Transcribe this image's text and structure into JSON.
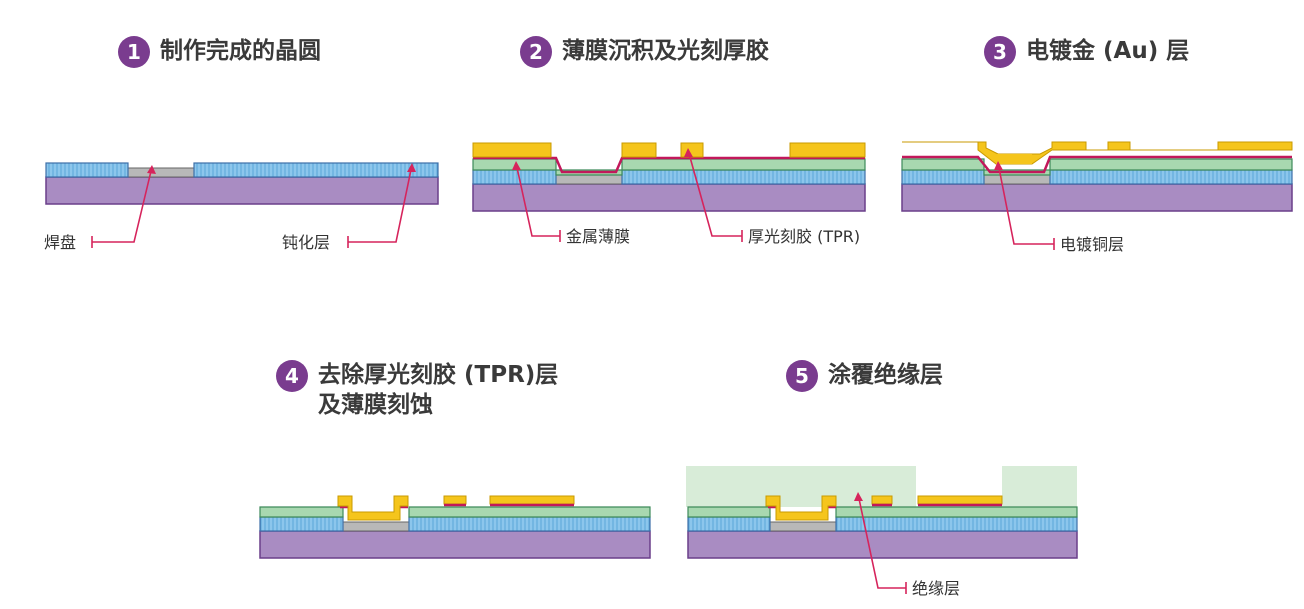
{
  "steps": [
    {
      "number": "1",
      "title": "制作完成的晶圆"
    },
    {
      "number": "2",
      "title": "薄膜沉积及光刻厚胶"
    },
    {
      "number": "3",
      "title": "电镀金 (Au) 层"
    },
    {
      "number": "4",
      "title_line1": "去除厚光刻胶 (TPR)层",
      "title_line2": "及薄膜刻蚀"
    },
    {
      "number": "5",
      "title": "涂覆绝缘层"
    }
  ],
  "labels": {
    "pad": "焊盘",
    "passivation": "钝化层",
    "metal_film": "金属薄膜",
    "tpr": "厚光刻胶 (TPR)",
    "copper": "电镀铜层",
    "insulation": "绝缘层"
  },
  "colors": {
    "badge": "#7a3c8f",
    "substrate": "#a98cc2",
    "passivation": "#8cc6ec",
    "metal_film": "#a8d8b0",
    "gold": "#f5c51c",
    "pad": "#b8b8b8",
    "insulation": "#d8ecd8",
    "pointer": "#d6245c"
  }
}
